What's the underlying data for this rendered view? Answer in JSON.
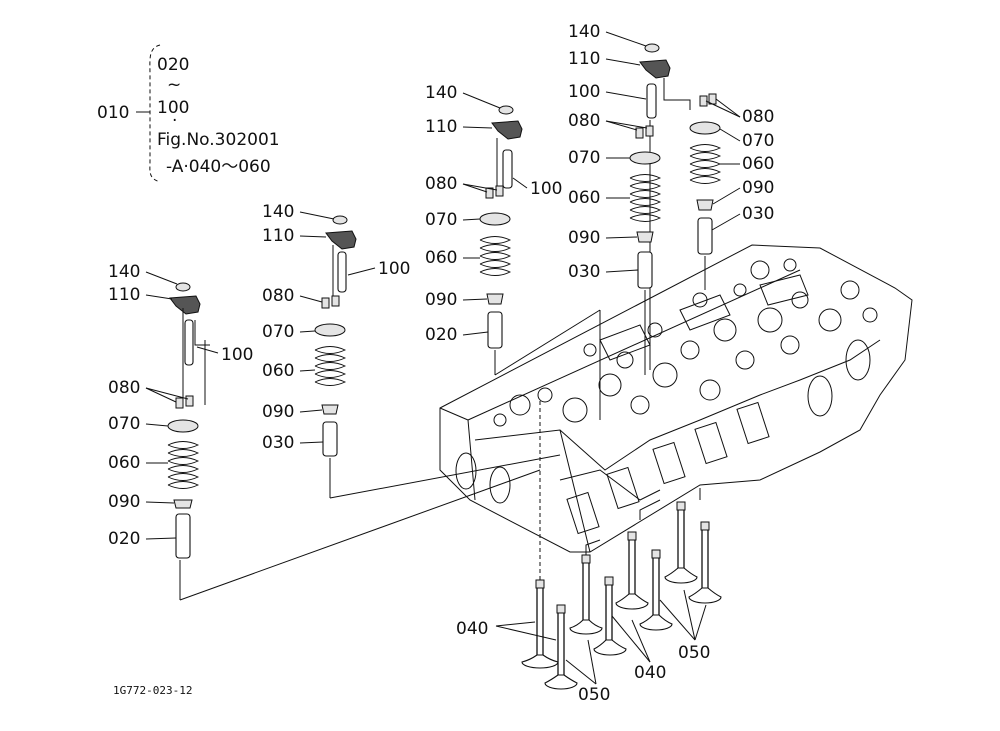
{
  "note": {
    "ref": "010",
    "lines": [
      "020",
      "~",
      "100",
      "·",
      "Fig.No.302001",
      "-A·040～060"
    ]
  },
  "labels": {
    "p140": "140",
    "p110": "110",
    "p100": "100",
    "p080": "080",
    "p070": "070",
    "p060": "060",
    "p090": "090",
    "p030": "030",
    "p020": "020",
    "p040": "040",
    "p050": "050"
  },
  "figure_code": "1G772-023-12"
}
